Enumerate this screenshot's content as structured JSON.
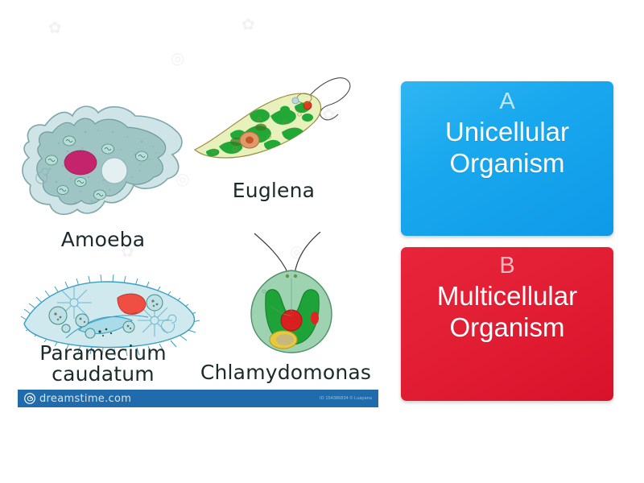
{
  "illustration": {
    "organisms": [
      {
        "name_key": "amoeba",
        "label": "Amoeba"
      },
      {
        "name_key": "euglena",
        "label": "Euglena"
      },
      {
        "name_key": "paramecium",
        "label": "Paramecium\ncaudatum"
      },
      {
        "name_key": "chlamydomonas",
        "label": "Chlamydomonas"
      }
    ],
    "watermark": {
      "logo_icon": "spiral-logo-icon",
      "brand": "dreamstime.com",
      "credit": "ID 154386834 © Luayana",
      "bar_color": "#1f6bab"
    },
    "tiles": [
      "dreamstime",
      "©",
      "dreamstime",
      "©",
      "dreamstime",
      "©"
    ]
  },
  "answers": {
    "a": {
      "letter": "A",
      "title": "Unicellular\nOrganism",
      "color": "#19a8ee"
    },
    "b": {
      "letter": "B",
      "title": "Multicellular\nOrganism",
      "color": "#e31f35"
    }
  },
  "colors": {
    "background": "#ffffff",
    "amoeba_body": "#9ec4c4",
    "amoeba_membrane": "#cfe4e6",
    "amoeba_nucleus": "#c4246b",
    "euglena_body": "#e8f0bc",
    "euglena_chloroplast": "#22a837",
    "paramecium_body": "#cfe9ef",
    "chlamy_body": "#9ed3b2",
    "chlamy_chloroplast": "#1ea338"
  }
}
